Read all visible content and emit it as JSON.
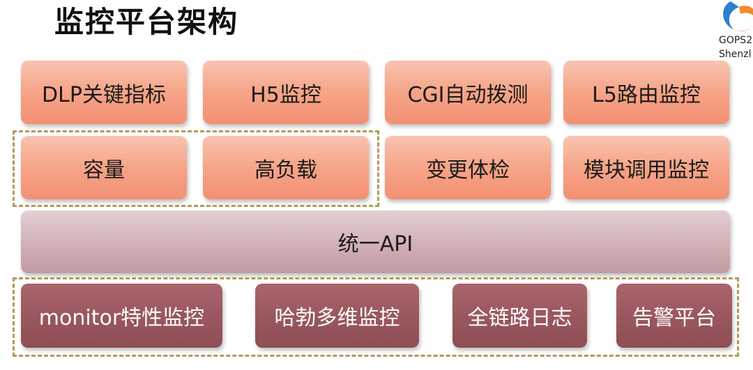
{
  "title": "监控平台架构",
  "logo": {
    "line1": "GOPS2",
    "line2": "Shenzl"
  },
  "row1": [
    "DLP关键指标",
    "H5监控",
    "CGI自动拨测",
    "L5路由监控"
  ],
  "row2": [
    "容量",
    "高负载",
    "变更体检",
    "模块调用监控"
  ],
  "api": "统一API",
  "row3": [
    "monitor特性监控",
    "哈勃多维监控",
    "全链路日志",
    "告警平台"
  ]
}
